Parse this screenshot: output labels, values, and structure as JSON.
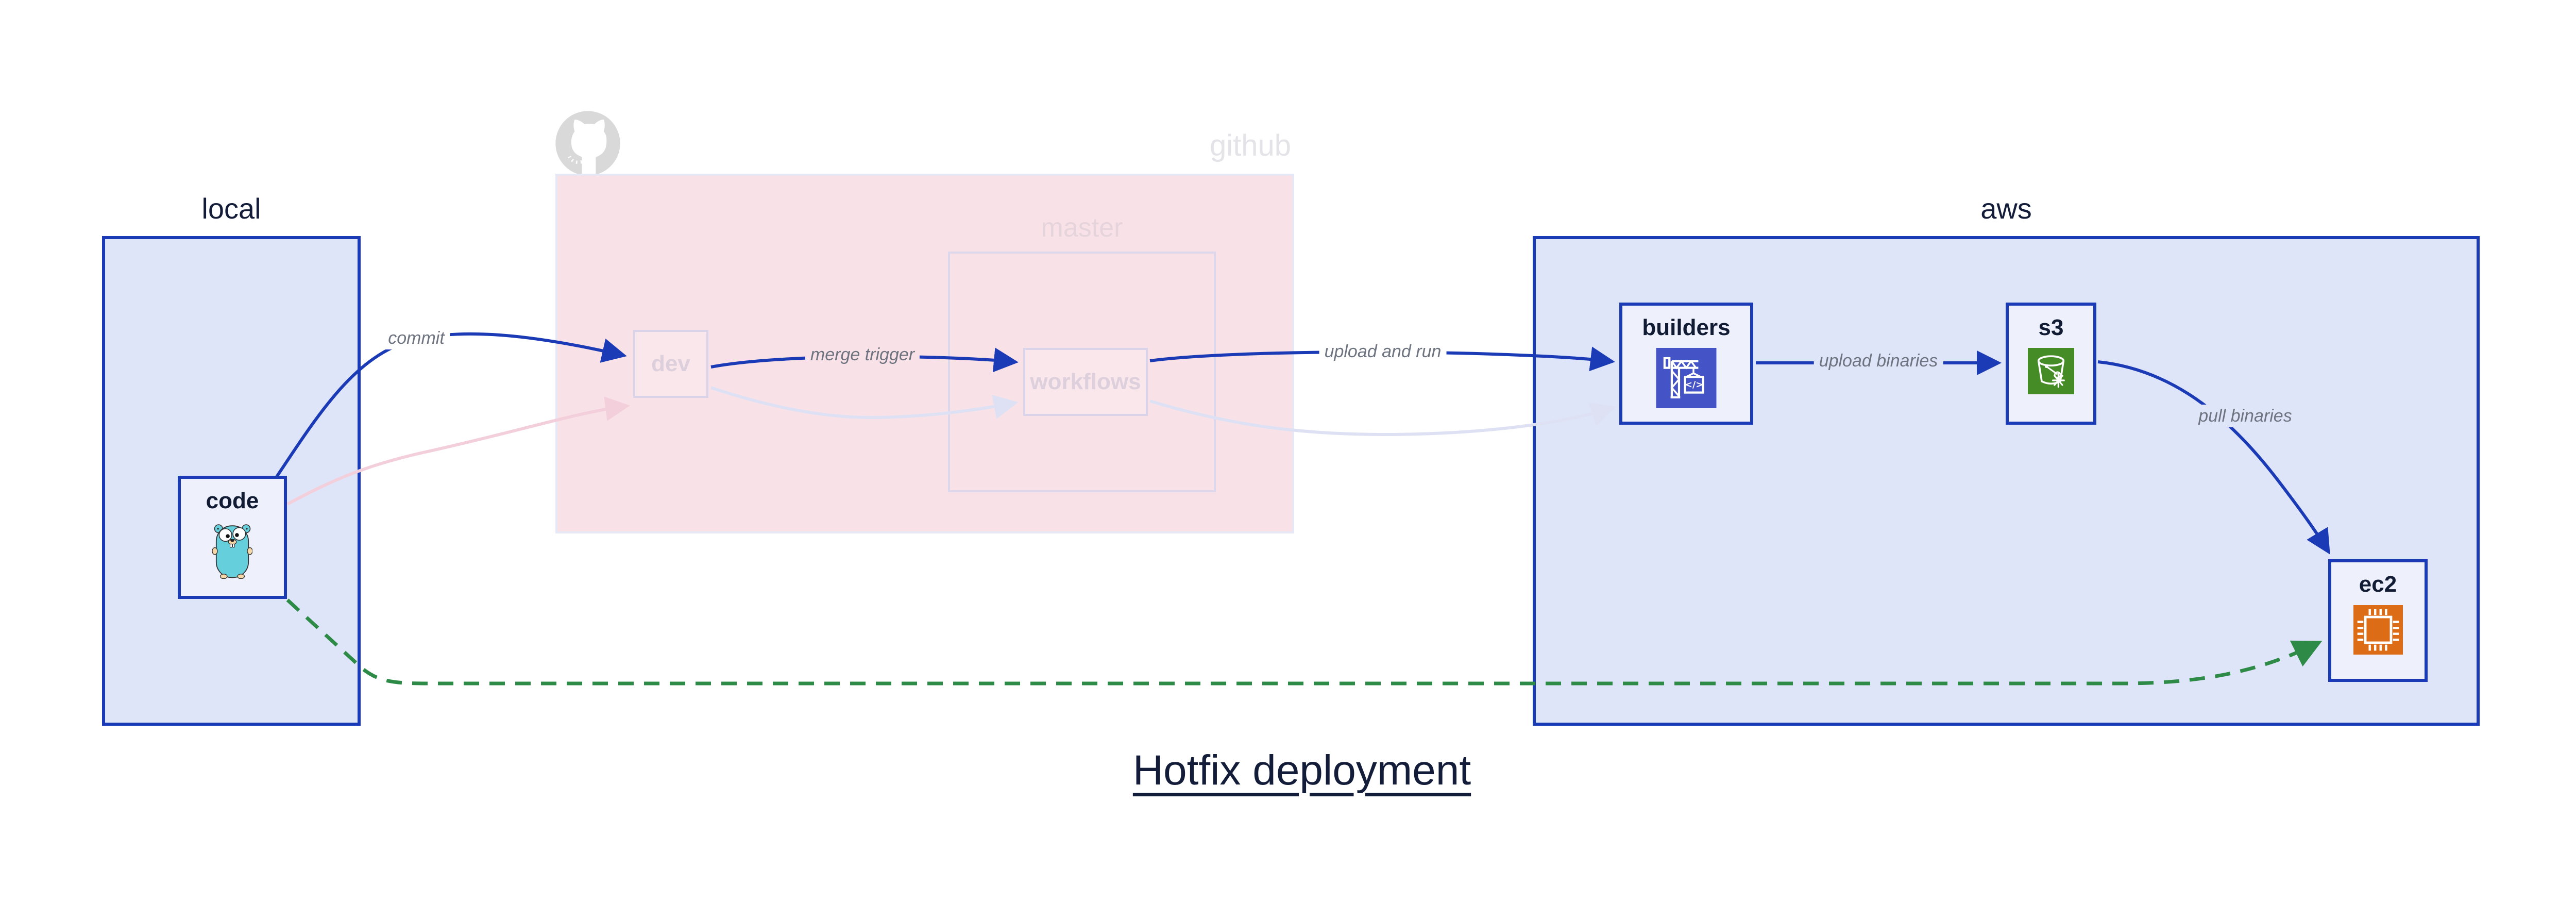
{
  "title": "Hotfix deployment",
  "groups": {
    "local": {
      "label": "local"
    },
    "github": {
      "label": "github",
      "master_label": "master"
    },
    "aws": {
      "label": "aws"
    }
  },
  "nodes": {
    "code": {
      "label": "code",
      "icon": "go-gopher-icon"
    },
    "dev": {
      "label": "dev"
    },
    "workflows": {
      "label": "workflows"
    },
    "builders": {
      "label": "builders",
      "icon": "aws-codebuild-icon",
      "icon_glyph": "</>"
    },
    "s3": {
      "label": "s3",
      "icon": "aws-s3-bucket-icon"
    },
    "ec2": {
      "label": "ec2",
      "icon": "aws-ec2-chip-icon"
    }
  },
  "edges": {
    "commit": {
      "label": "commit"
    },
    "merge_trigger": {
      "label": "merge trigger"
    },
    "upload_and_run": {
      "label": "upload and run"
    },
    "upload_binaries": {
      "label": "upload binaries"
    },
    "pull_binaries": {
      "label": "pull binaries"
    }
  },
  "colors": {
    "accent_blue": "#1b3ab6",
    "group_fill_blue": "#dee5f8",
    "node_fill": "#eef1fb",
    "github_region_fill": "#f9e2e7",
    "faded_border": "#d9d4e9",
    "faded_text": "#ddd0dc",
    "faded_pink_arrow": "#f3cfdb",
    "faded_lavender_arrow": "#dee1f4",
    "green_dashed": "#2e8b47",
    "edge_label_gray": "#6e7380",
    "dark_navy_text": "#131c38",
    "github_gray": "#d9d9d9",
    "codebuild_icon_bg": "#4453c5",
    "s3_icon_bg": "#458c27",
    "ec2_icon_bg": "#dd6c17",
    "gopher_teal": "#66cfdc"
  }
}
